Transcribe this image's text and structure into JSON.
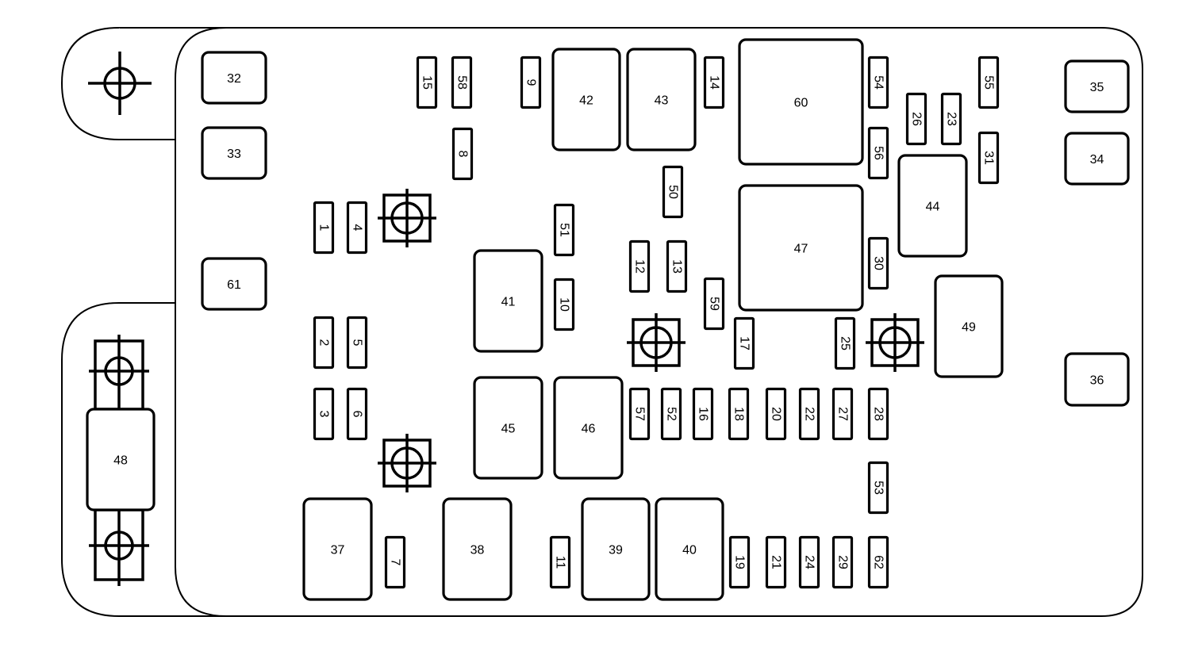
{
  "relays": [
    "32",
    "33",
    "61",
    "35",
    "34",
    "36",
    "42",
    "43",
    "60",
    "47",
    "44",
    "41",
    "49",
    "45",
    "46",
    "48",
    "37",
    "38",
    "39",
    "40"
  ],
  "fuses": [
    "15",
    "58",
    "9",
    "14",
    "54",
    "55",
    "26",
    "23",
    "56",
    "31",
    "8",
    "50",
    "1",
    "4",
    "51",
    "12",
    "13",
    "30",
    "10",
    "59",
    "2",
    "5",
    "17",
    "25",
    "3",
    "6",
    "57",
    "52",
    "16",
    "18",
    "20",
    "22",
    "27",
    "28",
    "53",
    "7",
    "11",
    "19",
    "21",
    "24",
    "29",
    "62"
  ]
}
